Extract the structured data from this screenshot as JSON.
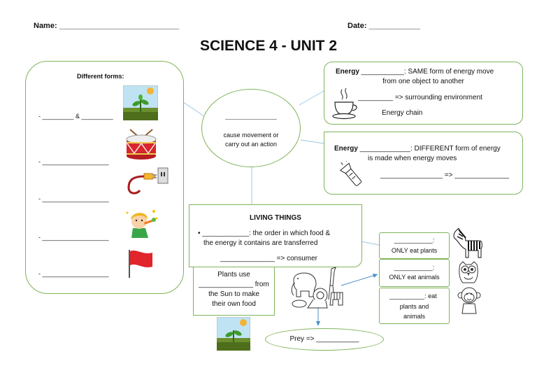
{
  "header": {
    "name": "Name: ____________________________",
    "date": "Date: ____________",
    "title": "SCIENCE 4 - UNIT 2"
  },
  "forms_box": {
    "title": "Different forms:",
    "items": [
      "- _________ & _________",
      "- ___________________",
      "- ___________________",
      "- ___________________",
      "- ___________________"
    ]
  },
  "center_oval": {
    "blank": "___________",
    "desc1": "cause movement or",
    "desc2": "carry out an action"
  },
  "transfer_box": {
    "label": "Energy",
    "line1": " ___________: SAME form of energy move",
    "line2": "from one object to another",
    "line3": "_________ => surrounding environment",
    "line4": "Energy chain"
  },
  "transform_box": {
    "label": "Energy",
    "line1": " _____________: DIFFERENT form of energy",
    "line2": "is made when energy moves",
    "line3": "________________ => ______________"
  },
  "living_box": {
    "title": "LIVING THINGS",
    "line1": "• ____________: the order in which food &",
    "line2": "the energy it contains are transferred",
    "line3": "______________ => consumer"
  },
  "plants_box": {
    "line1": "Plants use",
    "line2": "______________ from",
    "line3": "the Sun to make",
    "line4": "their own food"
  },
  "prey_oval": {
    "text": "Prey => ___________"
  },
  "consumer_boxes": [
    {
      "blank": "___________:",
      "desc": "ONLY eat plants"
    },
    {
      "blank": "___________:",
      "desc": "ONLY eat animals"
    },
    {
      "blank": "__________:",
      "desc1": "eat",
      "desc2": "plants and",
      "desc3": "animals"
    }
  ],
  "icons": {
    "sprout": "sprout-icon",
    "drum": "drum-icon",
    "plug": "plug-icon",
    "child": "child-eating-icon",
    "flag": "flag-icon",
    "teacup": "teacup-icon",
    "flashlight": "flashlight-icon",
    "animals": "animals-group-icon",
    "zebra": "zebra-icon",
    "owl": "owl-icon",
    "monkey": "monkey-icon"
  },
  "colors": {
    "box_border": "#7fb35a",
    "connector": "#9fc7e0",
    "arrow": "#4a8fc9"
  }
}
